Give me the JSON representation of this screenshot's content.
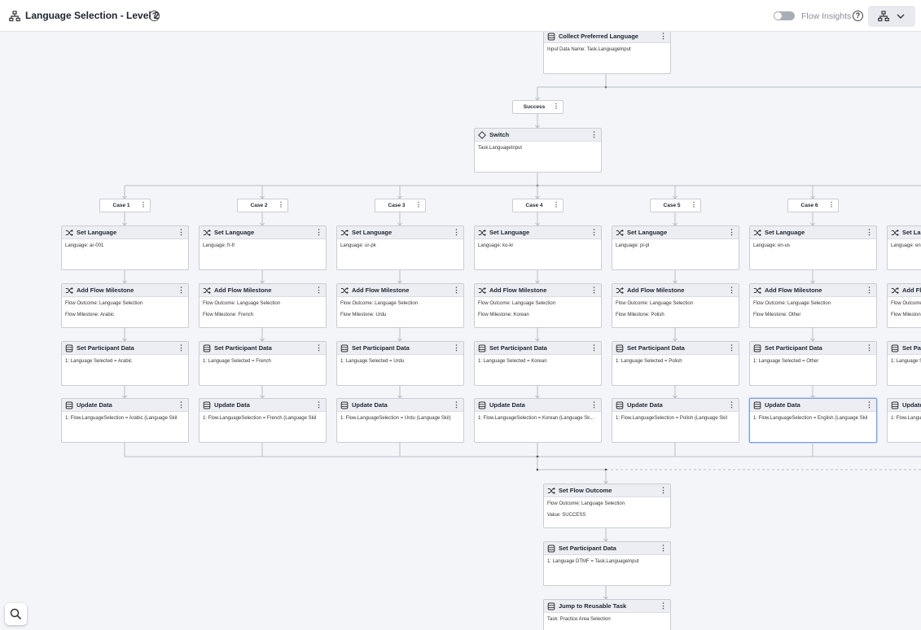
{
  "header": {
    "title": "Language Selection - Level 2",
    "help": "?",
    "flow_insights_label": "Flow Insights",
    "flow_insights_enabled": false
  },
  "icons": {
    "flow": "flow-tree-icon",
    "data": "database-icon",
    "switch": "diamond-icon",
    "shuffle": "shuffle-icon",
    "search": "search-icon",
    "chevron": "chevron-down-icon"
  },
  "colors": {
    "topbar_bg": "#ffffff",
    "canvas_bg": "#f4f5f9",
    "node_header_bg": "#eceef3",
    "selected_border": "#7d9ee2",
    "connector": "#b9bdc6"
  },
  "top_nodes": [
    {
      "title": "Collect Preferred Language",
      "icon": "database-icon",
      "lines": [
        "Input Data Name: Task.LanguageInput"
      ]
    }
  ],
  "success_pill": "Success",
  "switch_node": {
    "title": "Switch",
    "icon": "diamond-icon",
    "lines": [
      "Task.LanguageInput"
    ]
  },
  "cases": [
    {
      "label": "Case 1",
      "set_language": "Language: ar-001",
      "milestone_outcome": "Flow Outcome: Language Selection",
      "milestone": "Flow Milestone: Arabic",
      "participant": "1: Language Selected = Arabic",
      "update": "1: Flow.LanguageSelection = Arabic (Language Skil"
    },
    {
      "label": "Case 2",
      "set_language": "Language: fr-fr",
      "milestone_outcome": "Flow Outcome: Language Selection",
      "milestone": "Flow Milestone: French",
      "participant": "1: Language Selected = French",
      "update": "1: Flow.LanguageSelection = French (Language Skil"
    },
    {
      "label": "Case 3",
      "set_language": "Language: ur-pk",
      "milestone_outcome": "Flow Outcome: Language Selection",
      "milestone": "Flow Milestone: Urdu",
      "participant": "1: Language Selected = Urdu",
      "update": "1: Flow.LanguageSelection = Urdu (Language Skil)"
    },
    {
      "label": "Case 4",
      "set_language": "Language: ko-kr",
      "milestone_outcome": "Flow Outcome: Language Selection",
      "milestone": "Flow Milestone: Korean",
      "participant": "1: Language Selected = Korean",
      "update": "1: Flow.LanguageSelection = Korean (Language Sk..."
    },
    {
      "label": "Case 5",
      "set_language": "Language: pl-pl",
      "milestone_outcome": "Flow Outcome: Language Selection",
      "milestone": "Flow Milestone: Polish",
      "participant": "1: Language Selected = Polish",
      "update": "1: Flow.LanguageSelection = Polish (Language Skil"
    },
    {
      "label": "Case 6",
      "set_language": "Language: en-us",
      "milestone_outcome": "Flow Outcome: Language Selection",
      "milestone": "Flow Milestone: Other",
      "participant": "1: Language Selected = Other",
      "update": "1: Flow.LanguageSelection = English (Language Skil"
    },
    {
      "label": "",
      "set_language": "Language: en",
      "milestone_outcome": "Flow Outcome",
      "milestone": "Flow Milestone",
      "participant": "1: Language S",
      "update": "1: Flow.Langu"
    }
  ],
  "step_titles": {
    "set_language": "Set Language",
    "milestone": "Add Flow Milestone",
    "participant": "Set Participant Data",
    "update": "Update Data"
  },
  "bottom_nodes": [
    {
      "title": "Set Flow Outcome",
      "icon": "shuffle-icon",
      "lines": [
        "Flow Outcome: Language Selection",
        "Value: SUCCESS"
      ]
    },
    {
      "title": "Set Participant Data",
      "icon": "database-icon",
      "lines": [
        "1: Language DTMF = Task.LanguageInput"
      ]
    },
    {
      "title": "Jump to Reusable Task",
      "icon": "database-icon",
      "lines": [
        "Task: Practice Area Selection"
      ]
    }
  ],
  "kebab": "⋮"
}
